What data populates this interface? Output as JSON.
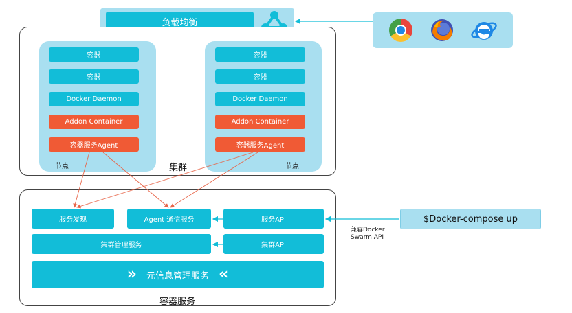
{
  "load_balancer": {
    "label": "负载均衡",
    "icon": "network-share-icon"
  },
  "browsers": [
    {
      "name": "chrome-icon"
    },
    {
      "name": "firefox-icon"
    },
    {
      "name": "ie-icon"
    }
  ],
  "cluster": {
    "label": "集群",
    "node_label": "节点",
    "nodes": [
      {
        "blocks": [
          "容器",
          "容器",
          "Docker Daemon"
        ],
        "red_blocks": [
          "Addon Container",
          "容器服务Agent"
        ],
        "label": "节点"
      },
      {
        "blocks": [
          "容器",
          "容器",
          "Docker Daemon"
        ],
        "red_blocks": [
          "Addon Container",
          "容器服务Agent"
        ],
        "label": "节点"
      }
    ]
  },
  "container_service": {
    "label": "容器服务",
    "service_discovery": "服务发现",
    "agent_comm": "Agent 通信服务",
    "service_api": "服务API",
    "cluster_mgmt": "集群管理服务",
    "cluster_api": "集群API",
    "metadata_mgmt": "元信息管理服务"
  },
  "compose": {
    "command": "$Docker-compose up",
    "compat_line1": "兼容Docker",
    "compat_line2": "Swarm API"
  },
  "colors": {
    "teal": "#12bdd8",
    "light_blue": "#a9dff0",
    "red": "#f05a35",
    "arrow": "#e8664a",
    "border": "#444444"
  }
}
